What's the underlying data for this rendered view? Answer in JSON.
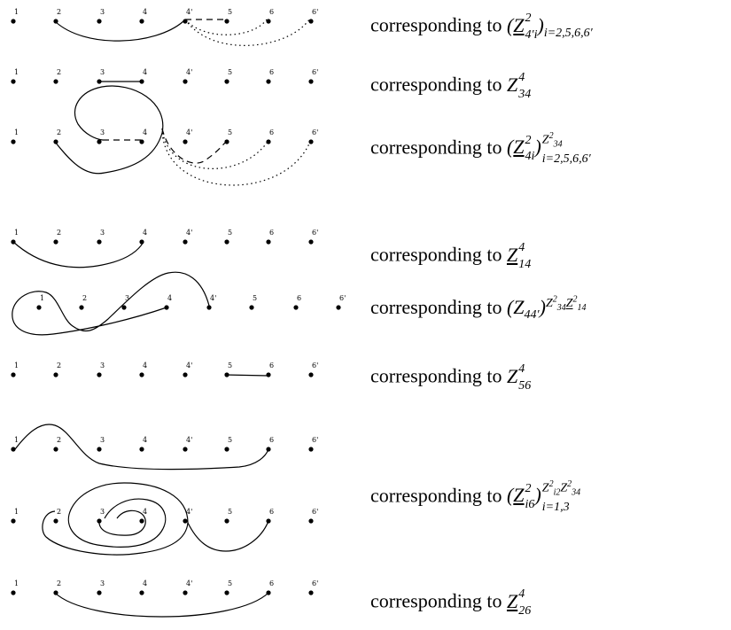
{
  "captions": {
    "c1": {
      "prefix": "corresponding to",
      "expr": "(Z^2_{4'i})_{i=2,5,6,6'}"
    },
    "c2": {
      "prefix": "corresponding to",
      "expr": "Z^4_{34}"
    },
    "c3": {
      "prefix": "corresponding to",
      "expr": "(Z^2_{4i})^{Z^2_{34}}_{i=2,5,6,6'}"
    },
    "c4": {
      "prefix": "corresponding to",
      "expr": "Z^4_{14}"
    },
    "c5": {
      "prefix": "corresponding to",
      "expr": "(Z_{44'})^{Z^2_{34} Z^2_{14}}"
    },
    "c6": {
      "prefix": "corresponding to",
      "expr": "Z^4_{56}"
    },
    "c7": {
      "prefix": "corresponding to",
      "expr": "(Z^2_{i6})^{Z^2_{i2} Z^2_{34}}_{i=1,3}"
    },
    "c8": {
      "prefix": "corresponding to",
      "expr": "Z^4_{26}"
    }
  },
  "point_labels": [
    "1",
    "2",
    "3",
    "4",
    "4'",
    "5",
    "6",
    "6'"
  ],
  "math": {
    "Z": "Z",
    "sup2": "2",
    "sup4": "4",
    "sub_4pi": "4′i",
    "sub_range1": "i=2,5,6,6′",
    "sub_34": "34",
    "sub_4i": "4i",
    "sub_14": "14",
    "sub_44p": "44′",
    "sub_56": "56",
    "sub_i6": "i6",
    "sub_range2": "i=1,3",
    "sub_i2": "i2",
    "sub_26": "26",
    "lparen": "(",
    "rparen": ")"
  }
}
